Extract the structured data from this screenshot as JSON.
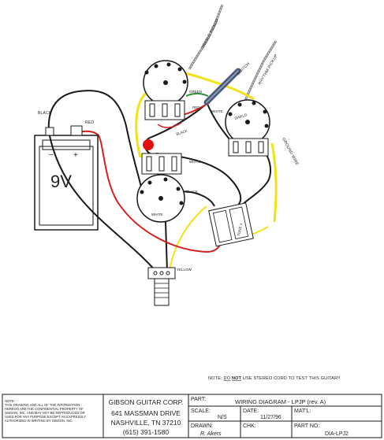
{
  "labels": {
    "treble_pickup": "TREBLE PICKUP",
    "rhythm_pickup": "RHYTHM PICKUP",
    "switch": "SWITCH",
    "green": "GREEN",
    "red_switch": "RED",
    "white_switch": "WHITE",
    "shield": "SHIELD",
    "ground_wire": "GROUND WIRE",
    "black_top": "BLACK",
    "white_mid": "WHITE",
    "black_mid": "BLACK",
    "white_pot": "WHITE",
    "tone_x": "TONE X",
    "yellow": "YELLOW",
    "battery_black": "BLACK",
    "battery_red": "RED",
    "battery_value": "9V",
    "battery_minus": "−",
    "battery_plus": "+"
  },
  "footer_note": {
    "prefix": "NOTE: ",
    "emphasis1": "DO",
    "emphasis2": "NOT",
    "suffix": " USE STEREO CORD TO TEST THIS GUITAR!!"
  },
  "title_block": {
    "legal_note_head": "NOTE:",
    "legal_note": [
      "THIS DRAWING AND ALL OF THE INFORMATION",
      "HEREON ARE THE CONFIDENTIAL PROPERTY OF",
      "GIBSON, INC. AND MAY NOT BE REPRODUCED OR",
      "USED FOR ANY PURPOSE EXCEPT AS EXPRESSLY",
      "AUTHORIZED IN WRITING BY GIBSON, INC."
    ],
    "company": "GIBSON GUITAR CORP.",
    "address1": "641 MASSMAN DRIVE",
    "address2": "NASHVILLE, TN 37210",
    "phone": "(615) 391-1580",
    "part_label": "PART:",
    "part_value": "WIRING DIAGRAM - LPJP (rev. A)",
    "scale_label": "SCALE:",
    "scale_value": "N/S",
    "date_label": "DATE:",
    "date_value": "11/27/96",
    "matl_label": "MAT'L:",
    "matl_value": "",
    "drawn_label": "DRAWN:",
    "drawn_value": "R. Akers",
    "chk_label": "CHK:",
    "chk_value": "",
    "part_no_label": "PART NO:",
    "part_no_value": "DIA-LPJ2"
  },
  "colors": {
    "wire_black": "#1a1a1a",
    "wire_red": "#d42020",
    "wire_yellow": "#f2e21a",
    "wire_green": "#2e8b3a",
    "switch_body": "#4a5a78",
    "marker_red": "#e01010",
    "line_gray": "#555555"
  }
}
